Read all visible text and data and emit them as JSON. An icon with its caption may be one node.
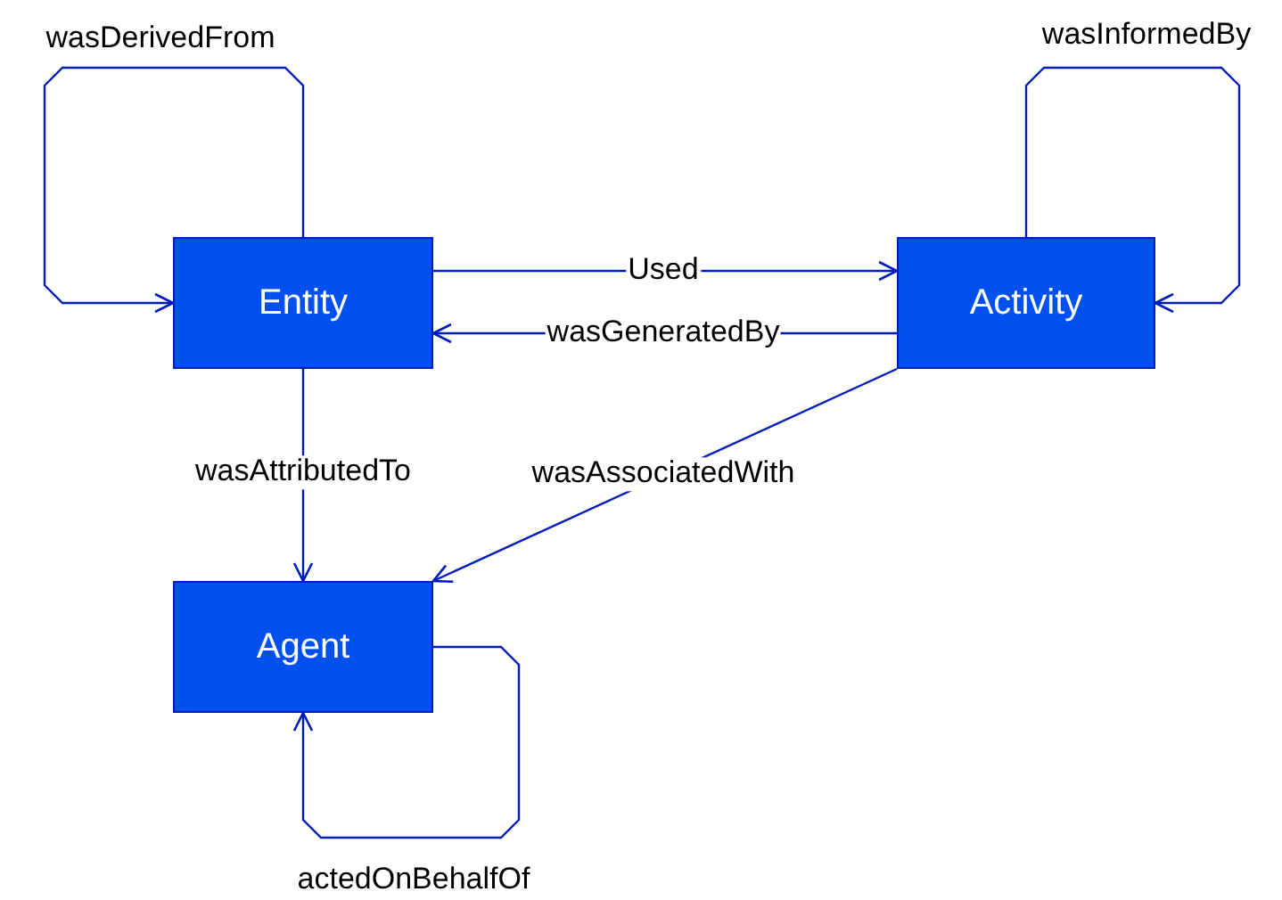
{
  "diagram": {
    "nodes": [
      {
        "text": [
          "Entity"
        ]
      },
      {
        "text": [
          "Activity"
        ]
      },
      {
        "text": [
          "Agent"
        ]
      }
    ],
    "edges": [
      {
        "from": 0,
        "to": 0,
        "arrow": "to",
        "label": "wasDerivedFrom"
      },
      {
        "from": 0,
        "to": 1,
        "arrow": "to",
        "label": "Used"
      },
      {
        "from": 1,
        "to": 0,
        "arrow": "to",
        "label": "wasGeneratedBy"
      },
      {
        "from": 1,
        "to": 1,
        "arrow": "to",
        "label": "wasInformedBy"
      },
      {
        "from": 0,
        "to": 2,
        "arrow": "to",
        "label": "wasAttributedTo"
      },
      {
        "from": 1,
        "to": 2,
        "arrow": "to",
        "label": "wasAssociatedWith"
      },
      {
        "from": 2,
        "to": 2,
        "arrow": "to",
        "label": "actedOnBehalfOf"
      }
    ]
  }
}
